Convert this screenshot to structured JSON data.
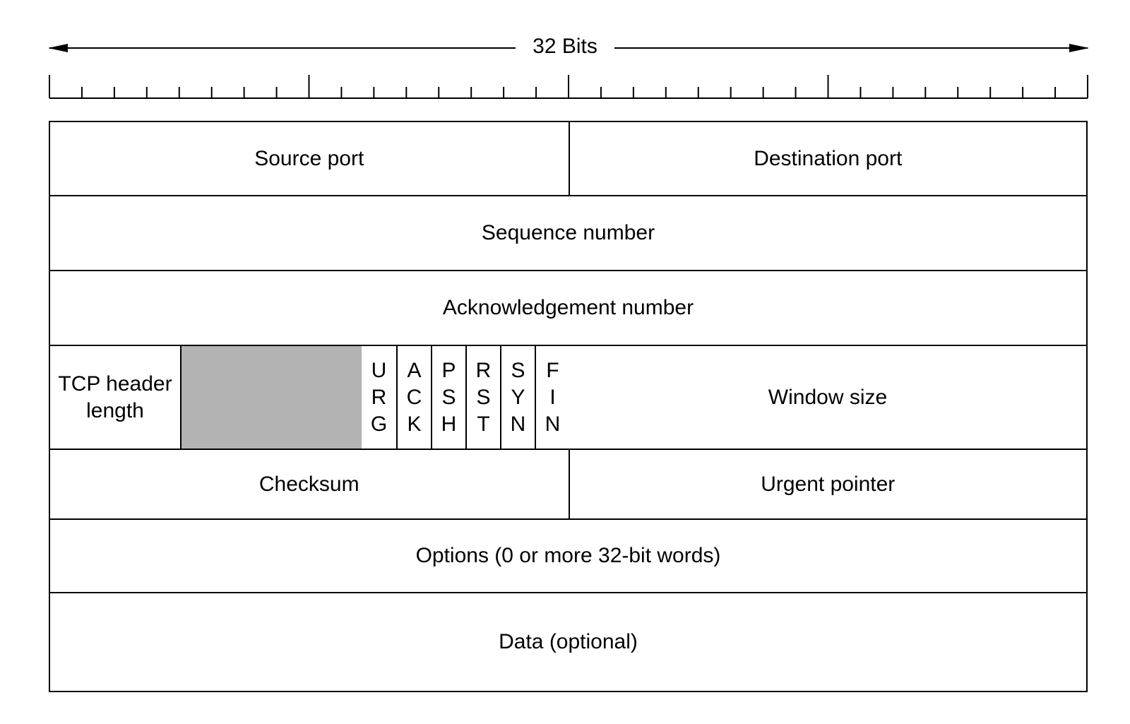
{
  "diagram": {
    "width_label": "32 Bits",
    "fields": {
      "source_port": "Source port",
      "destination_port": "Destination port",
      "sequence_number": "Sequence number",
      "acknowledgement_number": "Acknowledgement number",
      "tcp_header_length": "TCP header length",
      "window_size": "Window size",
      "checksum": "Checksum",
      "urgent_pointer": "Urgent pointer",
      "options": "Options (0 or more 32-bit words)",
      "data": "Data (optional)"
    },
    "flags": [
      {
        "letters": [
          "U",
          "R",
          "G"
        ]
      },
      {
        "letters": [
          "A",
          "C",
          "K"
        ]
      },
      {
        "letters": [
          "P",
          "S",
          "H"
        ]
      },
      {
        "letters": [
          "R",
          "S",
          "T"
        ]
      },
      {
        "letters": [
          "S",
          "Y",
          "N"
        ]
      },
      {
        "letters": [
          "F",
          "I",
          "N"
        ]
      }
    ],
    "reserved_fill": "#b3b3b3",
    "bit_ticks": 32,
    "major_tick_every": 8
  }
}
